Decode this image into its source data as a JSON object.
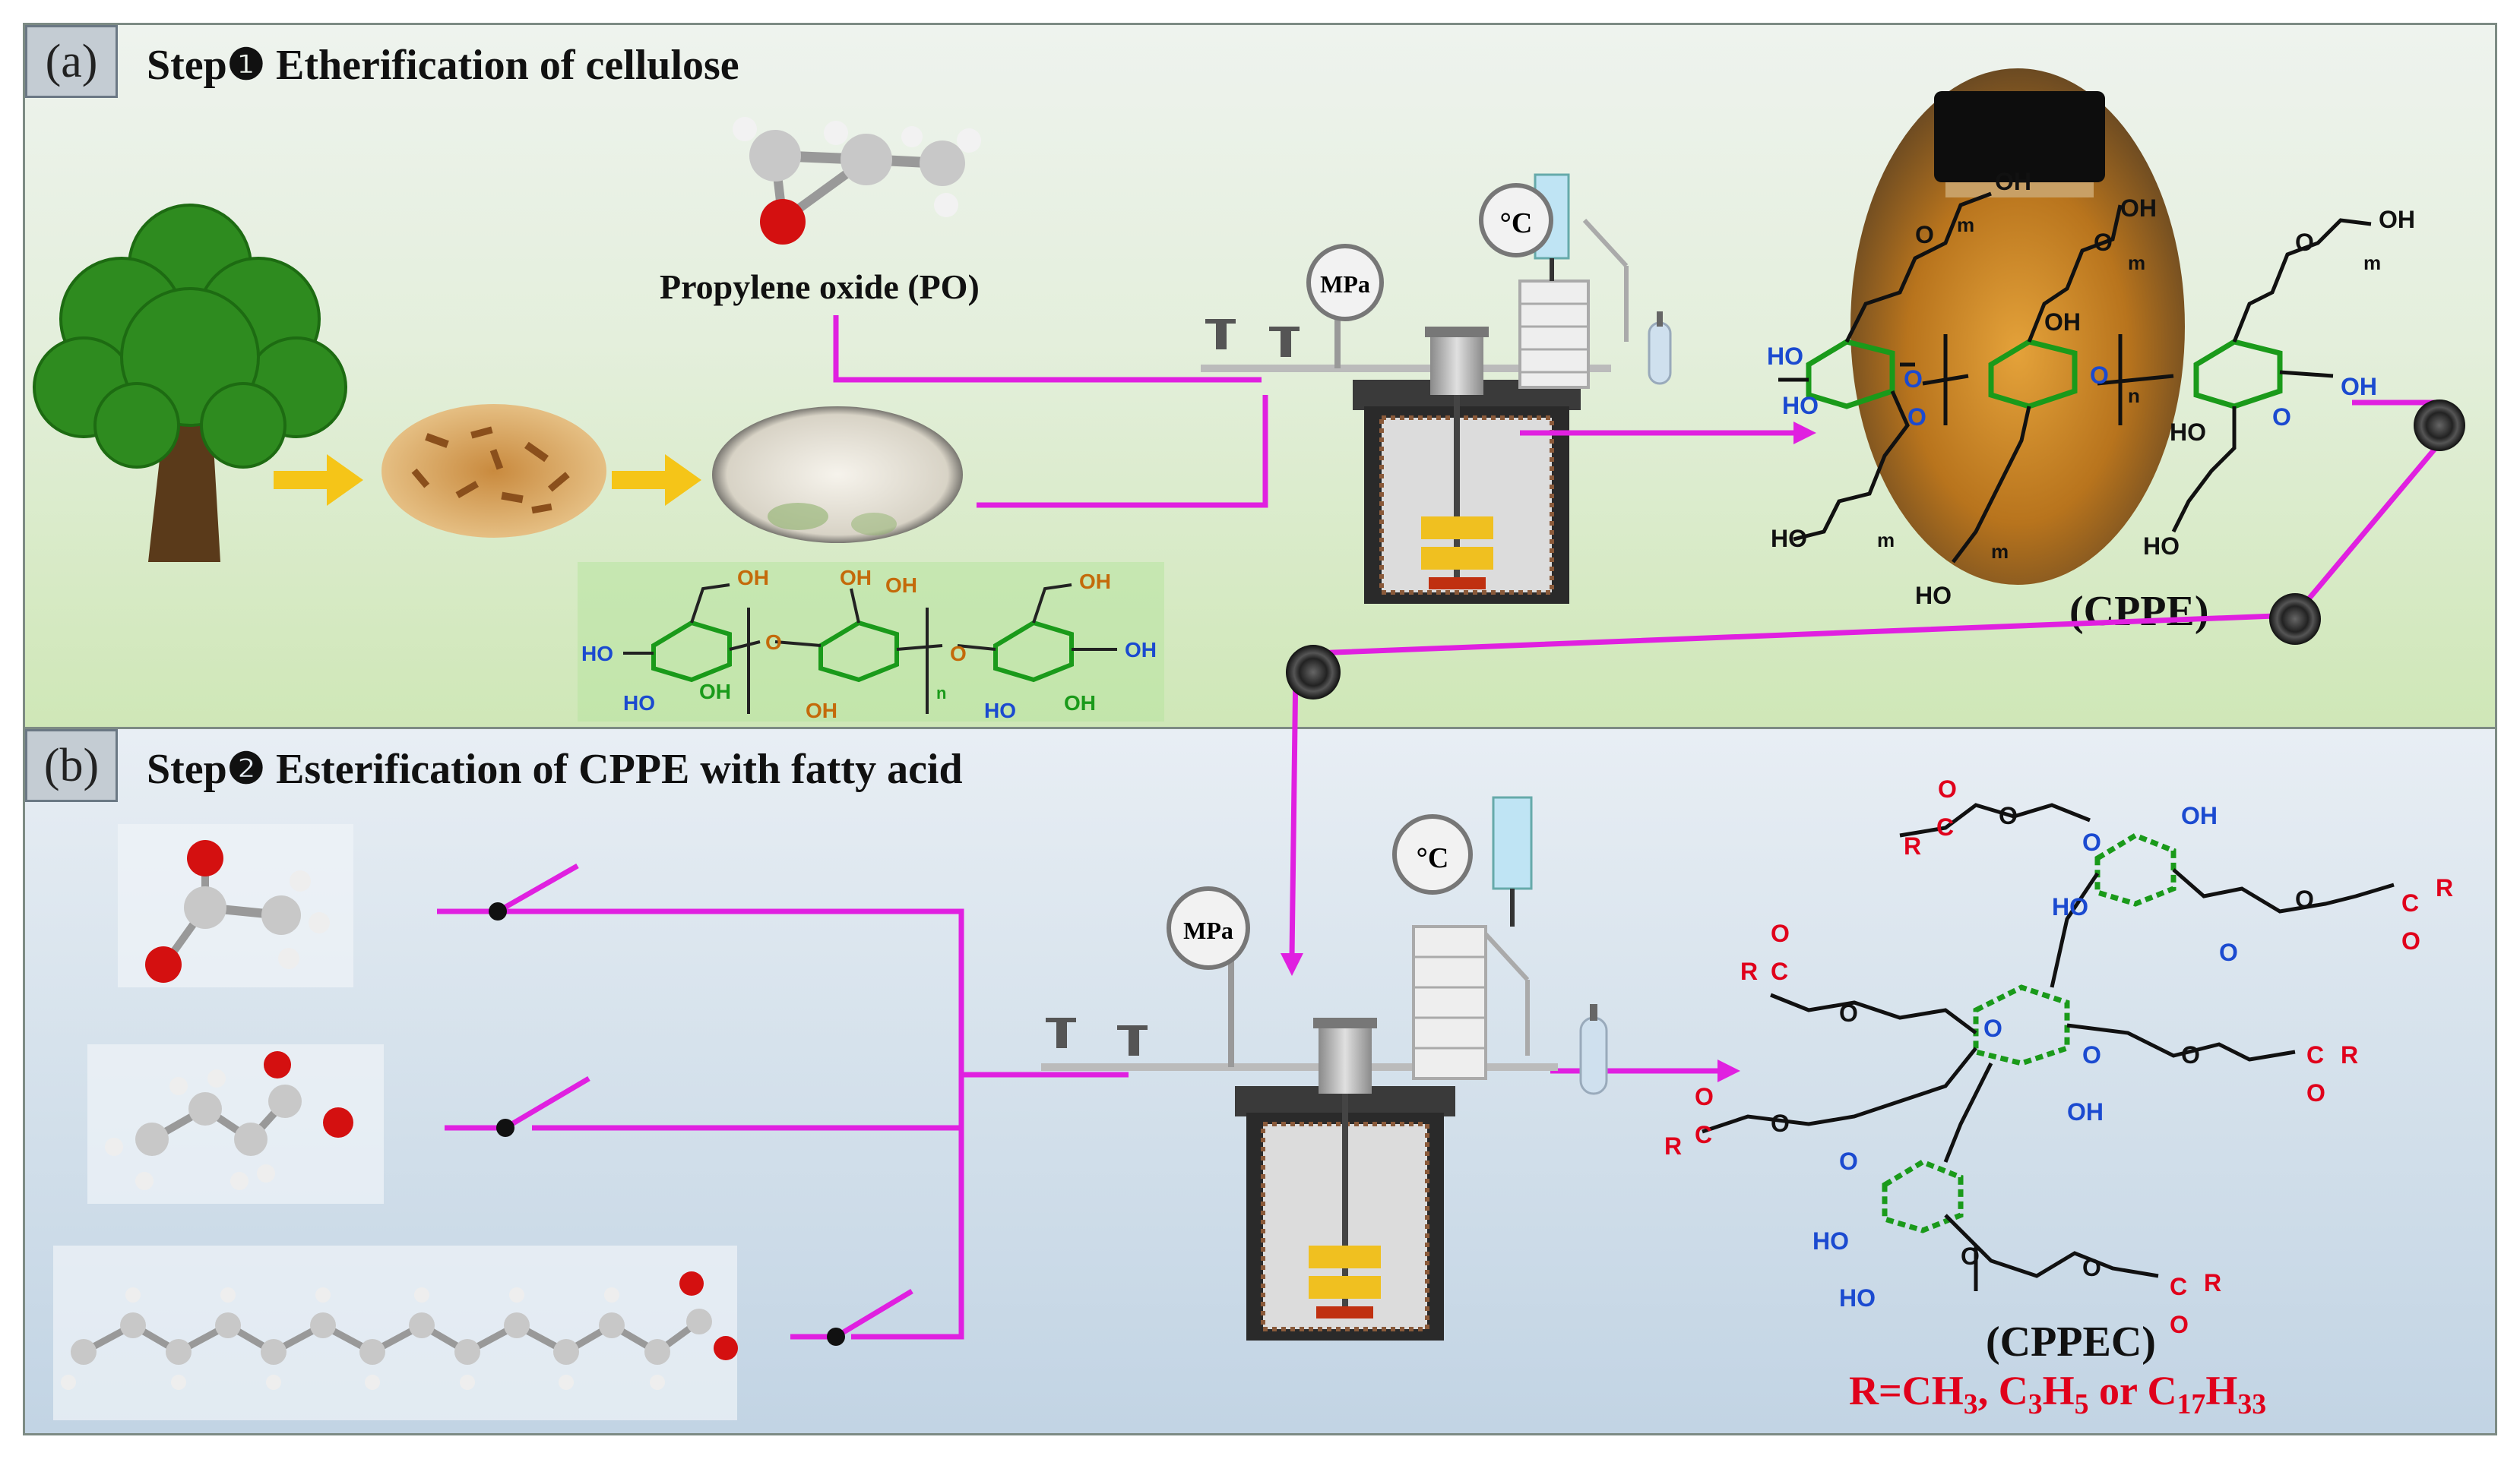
{
  "panel_a": {
    "tag": "(a)",
    "title_step": "Step",
    "title_num": "❶",
    "title_text": "Etherification of cellulose",
    "po_label": "Propylene oxide (PO)",
    "gauge_pressure": "MPa",
    "gauge_temp": "°C",
    "product_label": "(CPPE)",
    "cellulose_labels": {
      "oh": "OH",
      "ho": "HO",
      "n": "n"
    },
    "cppe_labels": {
      "oh": "OH",
      "ho": "HO",
      "m": "m",
      "n": "n",
      "o": "O"
    }
  },
  "panel_b": {
    "tag": "(b)",
    "title_step": "Step",
    "title_num": "❷",
    "title_text": "Esterification of CPPE with fatty acid",
    "gauge_pressure": "MPa",
    "gauge_temp": "°C",
    "product_label": "(CPPEC)",
    "r_definition": "R=CH3, C3H5 or C17H33",
    "cppec_labels": {
      "oh": "OH",
      "ho": "HO",
      "o": "O",
      "r": "R",
      "c": "C"
    }
  },
  "colors": {
    "flow_line": "#e020e0",
    "arrow_yellow": "#f5c518",
    "tree_green": "#2e8b1f",
    "trunk_brown": "#5a3a1a",
    "ring_green": "#1a9a1a",
    "ether_blue": "#1030d0",
    "ester_red": "#e0001b",
    "oxygen_red": "#d41010"
  },
  "icons": [
    "tree-icon",
    "wood-chips-image",
    "cellulose-powder-image",
    "po-molecule-model",
    "reactor-icon",
    "pressure-gauge-icon",
    "thermometer-gauge-icon",
    "condenser-icon",
    "vial-photo",
    "pulley-icon",
    "switch-icon",
    "acetic-acid-model",
    "butyric-acid-model",
    "oleic-acid-model",
    "arrow-icon"
  ]
}
